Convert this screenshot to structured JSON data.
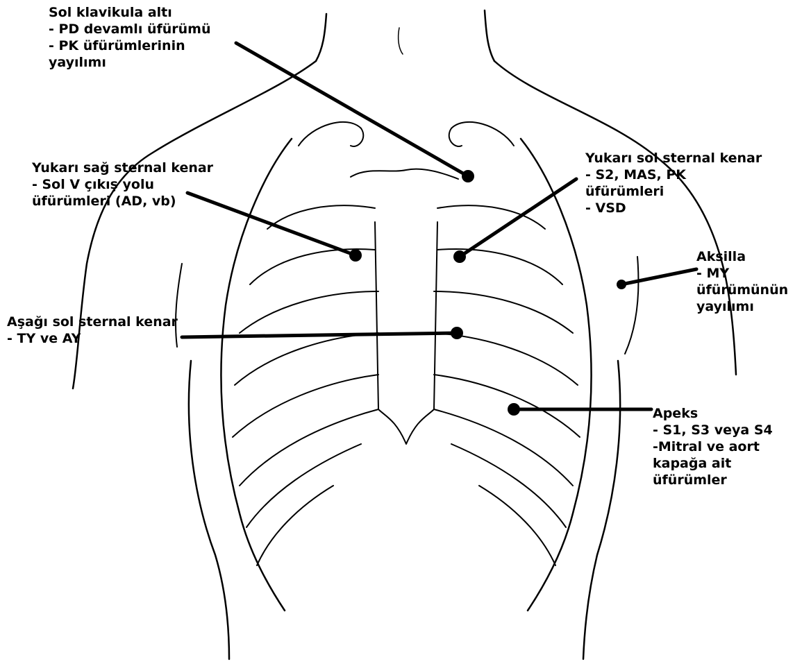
{
  "diagram": {
    "labels": {
      "sol_klavikula": {
        "title": "Sol klavikula altı",
        "lines": [
          "- PD devamlı üfürümü",
          "- PK üfürümlerinin",
          "yayılımı"
        ]
      },
      "yukari_sag": {
        "title": "Yukarı sağ sternal kenar",
        "lines": [
          "- Sol V çıkış yolu",
          "üfürümleri (AD, vb)"
        ]
      },
      "yukari_sol": {
        "title": "Yukarı sol sternal kenar",
        "lines": [
          "- S2, MAS, PK",
          "üfürümleri",
          "- VSD"
        ]
      },
      "aksilla": {
        "title": "Aksilla",
        "lines": [
          "- MY",
          "üfürümünün",
          "yayılımı"
        ]
      },
      "asagi_sol": {
        "title": "Aşağı sol sternal kenar",
        "lines": [
          "- TY ve AY"
        ]
      },
      "apeks": {
        "title": "Apeks",
        "lines": [
          "- S1, S3 veya S4",
          "-Mitral ve aort",
          "kapağa ait",
          "üfürümler"
        ]
      }
    },
    "colors": {
      "line": "#000000",
      "background": "#ffffff"
    }
  }
}
